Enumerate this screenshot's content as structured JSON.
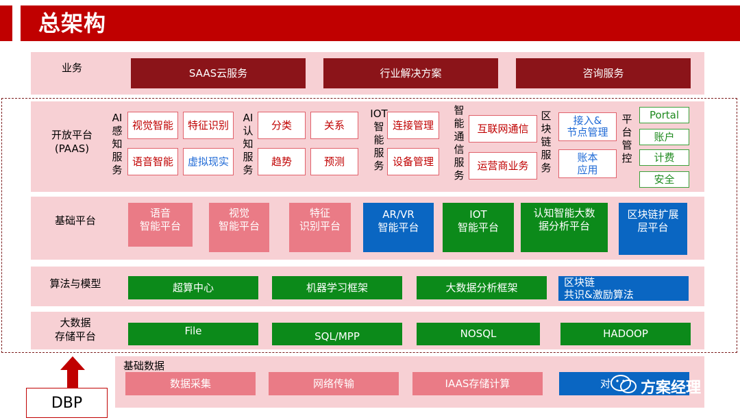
{
  "title": "总架构",
  "business": {
    "label": "业务",
    "items": [
      "SAAS云服务",
      "行业解决方案",
      "咨询服务"
    ]
  },
  "paas": {
    "label": "开放平台\n(PAAS)",
    "groups": [
      {
        "label": "AI\n感\n知\n服\n务",
        "items": [
          "视觉智能",
          "特征识别",
          "语音智能",
          "虚拟现实"
        ]
      },
      {
        "label": "AI\n认\n知\n服\n务",
        "items": [
          "分类",
          "关系",
          "趋势",
          "预测"
        ]
      },
      {
        "label": "IOT\n智\n能\n服\n务",
        "items": [
          "连接管理",
          "设备管理"
        ]
      },
      {
        "label": "智\n能\n通\n信\n服\n务",
        "items": [
          "互联网通信",
          "运营商业务"
        ]
      },
      {
        "label": "区\n块\n链\n服\n务",
        "items": [
          "接入&\n节点管理",
          "账本\n应用"
        ]
      },
      {
        "label": "平\n台\n管\n控",
        "items": [
          "Portal",
          "账户",
          "计费",
          "安全"
        ]
      }
    ]
  },
  "base_platform": {
    "label": "基础平台",
    "items": [
      "语音\n智能平台",
      "视觉\n智能平台",
      "特征\n识别平台",
      "AR/VR\n智能平台",
      "IOT\n智能平台",
      "认知智能大数\n据分析平台",
      "区块链扩展\n层平台"
    ]
  },
  "algorithms": {
    "label": "算法与模型",
    "items": [
      "超算中心",
      "机器学习框架",
      "大数据分析框架",
      "区块链\n共识&激励算法"
    ]
  },
  "storage": {
    "label": "大数据\n存储平台",
    "items": [
      "File",
      "SQL/MPP",
      "NOSQL",
      "HADOOP"
    ]
  },
  "base_data": {
    "label": "基础数据",
    "items": [
      "数据采集",
      "网络传输",
      "IAAS存储计算",
      "对"
    ]
  },
  "dbp": "DBP",
  "watermark": "方案经理"
}
